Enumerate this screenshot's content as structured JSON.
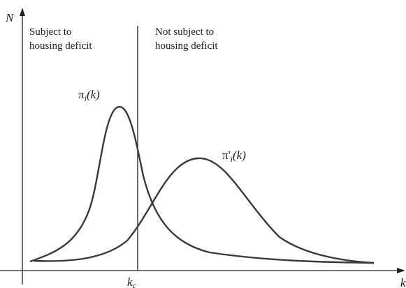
{
  "axes": {
    "y_label": "N",
    "x_label": "k",
    "threshold_label": {
      "base": "k",
      "sub": "c"
    }
  },
  "regions": {
    "left": [
      "Subject to",
      "housing deficit"
    ],
    "right": [
      "Not subject to",
      "housing deficit"
    ]
  },
  "curves": {
    "pi": {
      "symbol": "π",
      "sub": "i",
      "arg": "(k)"
    },
    "pi_prime": {
      "symbol": "π'",
      "sub": "i",
      "arg": "(k)"
    }
  },
  "colors": {
    "stroke": "#3a3a3a",
    "text": "#222222"
  }
}
